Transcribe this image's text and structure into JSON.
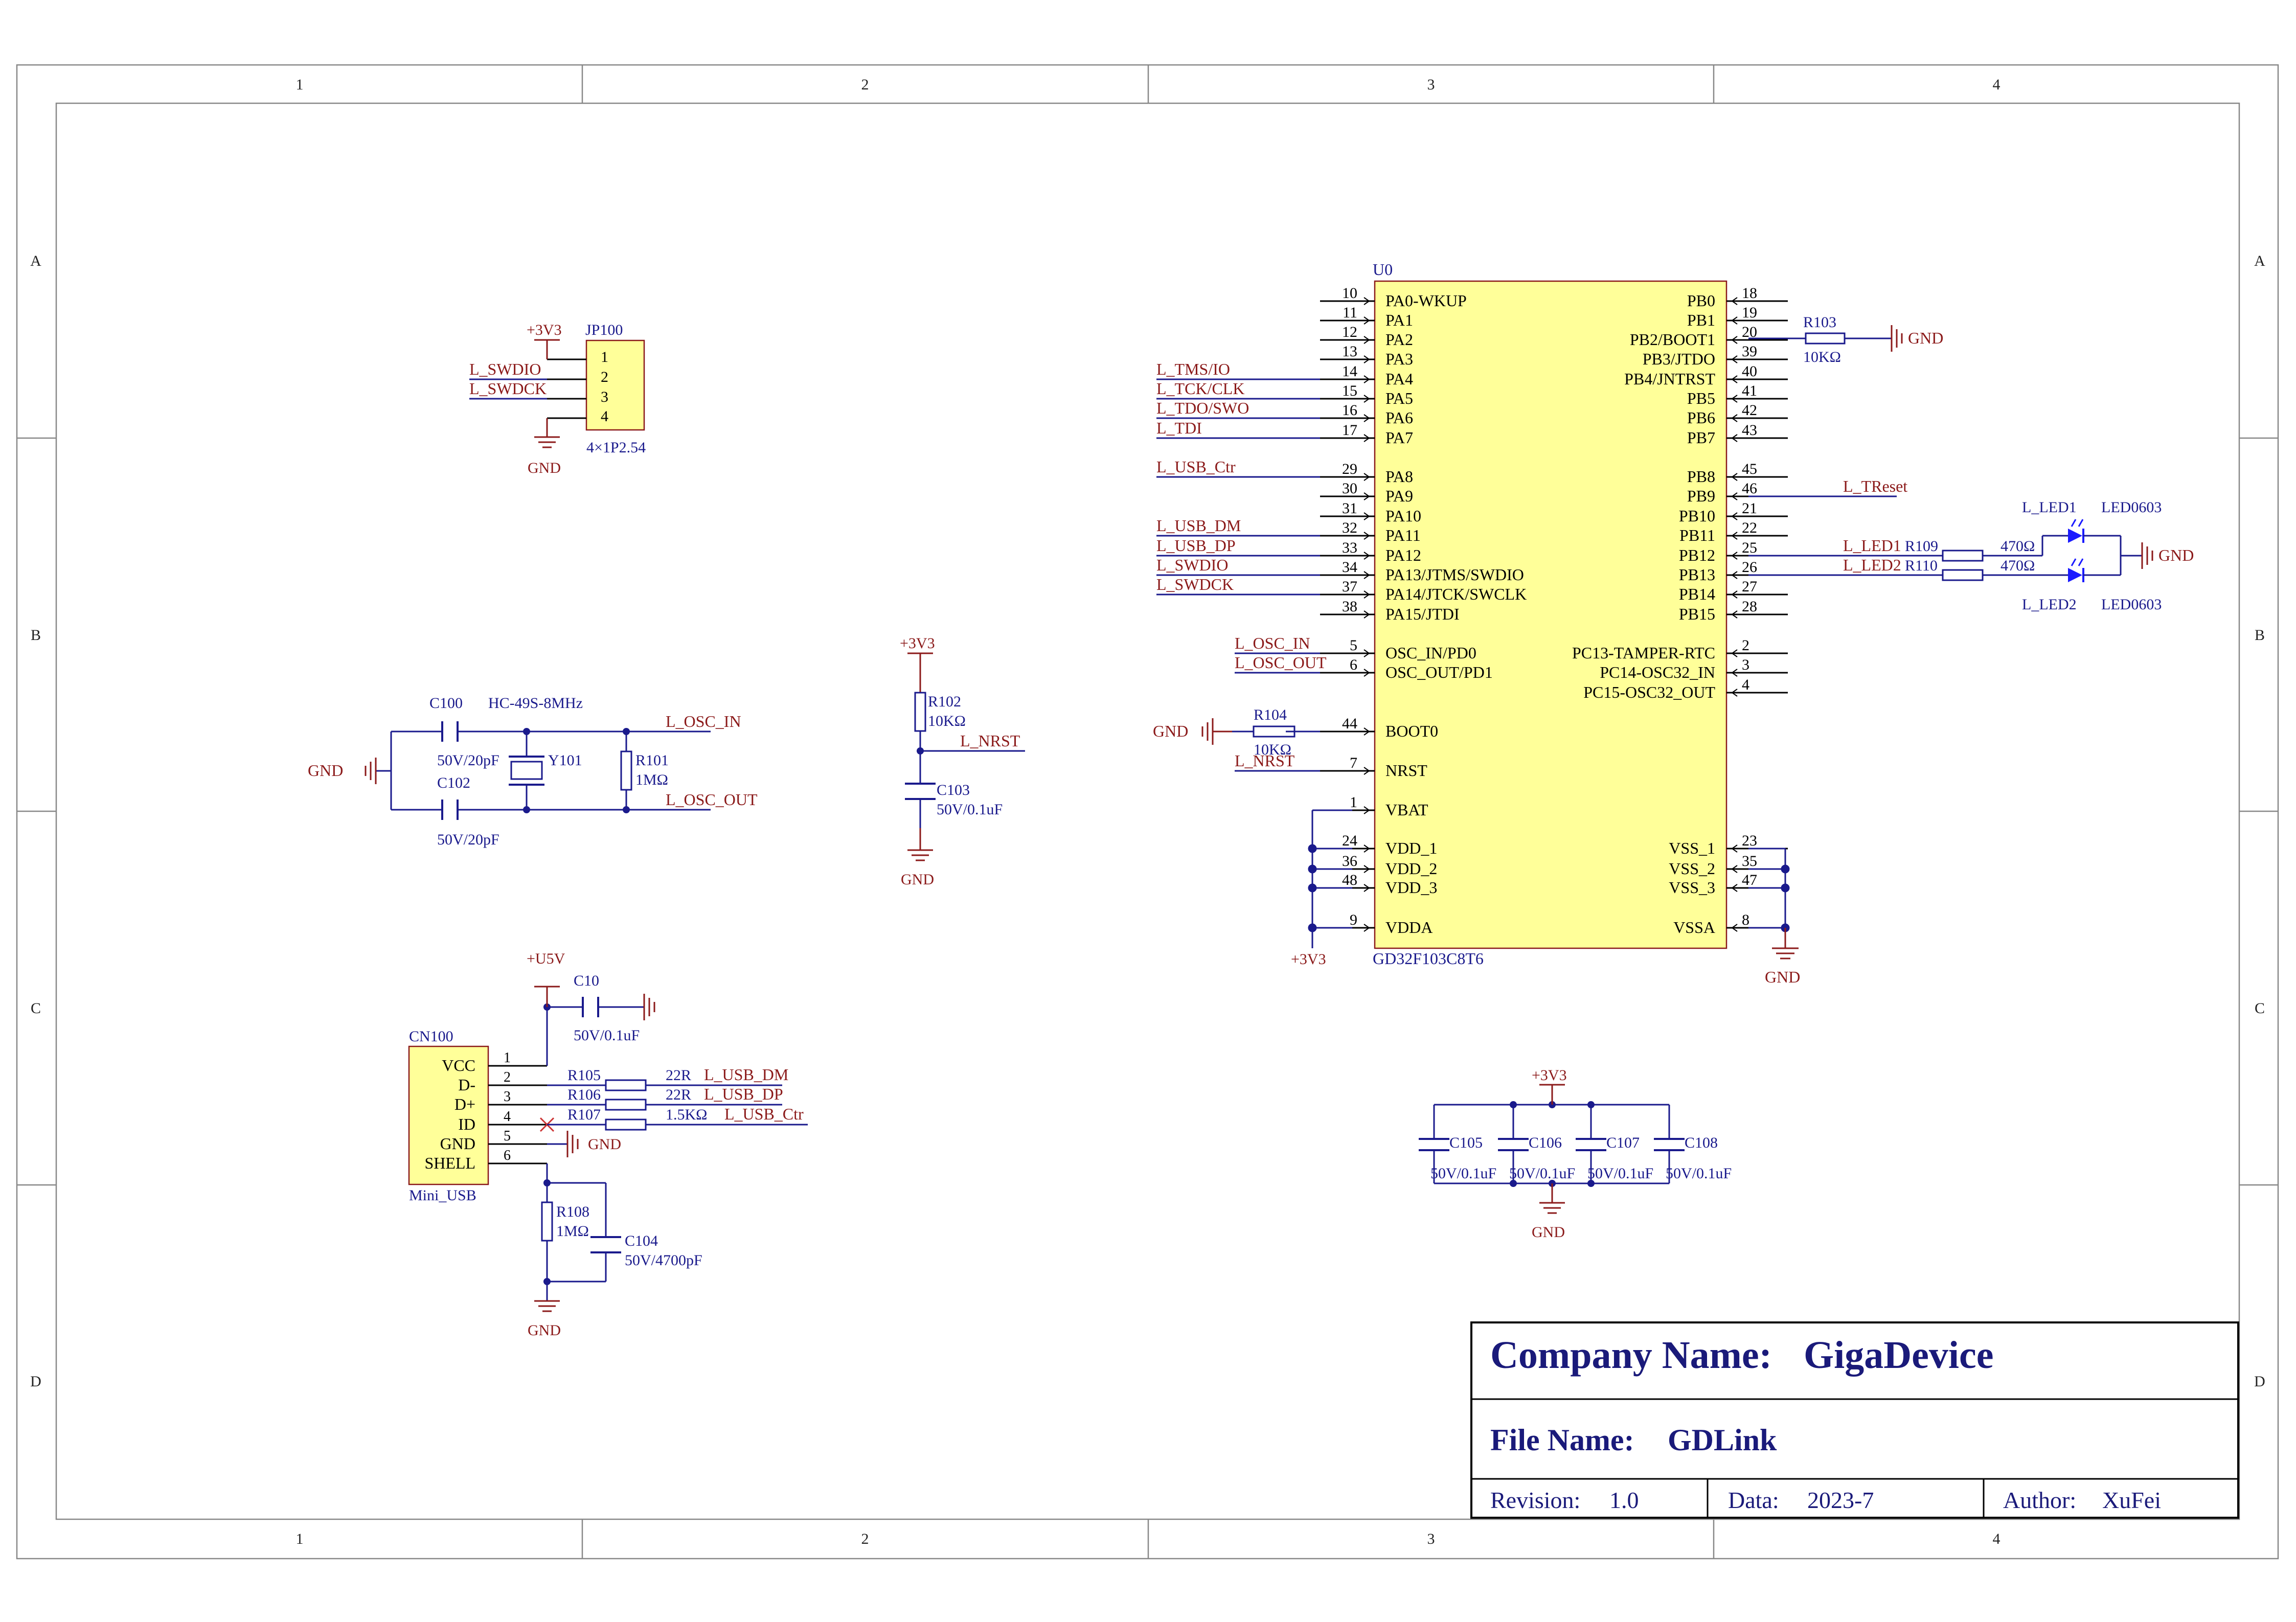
{
  "border": {
    "cols": [
      "1",
      "2",
      "3",
      "4"
    ],
    "rows": [
      "A",
      "B",
      "C",
      "D"
    ]
  },
  "colors": {
    "wire": "#1a1a8c",
    "pin": "#000000",
    "power": "#8b1a1a",
    "body": "#ffff99",
    "body_stroke": "#8b1a1a",
    "designator": "#1a1a8c",
    "netlabel": "#8b1a1a",
    "led": "#1a1aff",
    "titleblock_text": "#1a1a7a"
  },
  "title_block": {
    "company_label": "Company Name:",
    "company": "GigaDevice",
    "file_label": "File Name:",
    "file": "GDLink",
    "revision_label": "Revision:",
    "revision": "1.0",
    "date_label": "Data:",
    "date": "2023-7",
    "author_label": "Author:",
    "author": "XuFei"
  },
  "u0": {
    "ref": "U0",
    "part": "GD32F103C8T6",
    "left_pins": [
      {
        "num": "10",
        "name": "PA0-WKUP"
      },
      {
        "num": "11",
        "name": "PA1"
      },
      {
        "num": "12",
        "name": "PA2"
      },
      {
        "num": "13",
        "name": "PA3"
      },
      {
        "num": "14",
        "name": "PA4"
      },
      {
        "num": "15",
        "name": "PA5"
      },
      {
        "num": "16",
        "name": "PA6"
      },
      {
        "num": "17",
        "name": "PA7"
      },
      {
        "num": "29",
        "name": "PA8"
      },
      {
        "num": "30",
        "name": "PA9"
      },
      {
        "num": "31",
        "name": "PA10"
      },
      {
        "num": "32",
        "name": "PA11"
      },
      {
        "num": "33",
        "name": "PA12"
      },
      {
        "num": "34",
        "name": "PA13/JTMS/SWDIO"
      },
      {
        "num": "37",
        "name": "PA14/JTCK/SWCLK"
      },
      {
        "num": "38",
        "name": "PA15/JTDI"
      },
      {
        "num": "5",
        "name": "OSC_IN/PD0"
      },
      {
        "num": "6",
        "name": "OSC_OUT/PD1"
      },
      {
        "num": "44",
        "name": "BOOT0"
      },
      {
        "num": "7",
        "name": "NRST"
      },
      {
        "num": "1",
        "name": "VBAT"
      },
      {
        "num": "24",
        "name": "VDD_1"
      },
      {
        "num": "36",
        "name": "VDD_2"
      },
      {
        "num": "48",
        "name": "VDD_3"
      },
      {
        "num": "9",
        "name": "VDDA"
      }
    ],
    "right_pins": [
      {
        "num": "18",
        "name": "PB0"
      },
      {
        "num": "19",
        "name": "PB1"
      },
      {
        "num": "20",
        "name": "PB2/BOOT1"
      },
      {
        "num": "39",
        "name": "PB3/JTDO"
      },
      {
        "num": "40",
        "name": "PB4/JNTRST"
      },
      {
        "num": "41",
        "name": "PB5"
      },
      {
        "num": "42",
        "name": "PB6"
      },
      {
        "num": "43",
        "name": "PB7"
      },
      {
        "num": "45",
        "name": "PB8"
      },
      {
        "num": "46",
        "name": "PB9"
      },
      {
        "num": "21",
        "name": "PB10"
      },
      {
        "num": "22",
        "name": "PB11"
      },
      {
        "num": "25",
        "name": "PB12"
      },
      {
        "num": "26",
        "name": "PB13"
      },
      {
        "num": "27",
        "name": "PB14"
      },
      {
        "num": "28",
        "name": "PB15"
      },
      {
        "num": "2",
        "name": "PC13-TAMPER-RTC"
      },
      {
        "num": "3",
        "name": "PC14-OSC32_IN"
      },
      {
        "num": "4",
        "name": "PC15-OSC32_OUT"
      },
      {
        "num": "23",
        "name": "VSS_1"
      },
      {
        "num": "35",
        "name": "VSS_2"
      },
      {
        "num": "47",
        "name": "VSS_3"
      },
      {
        "num": "8",
        "name": "VSSA"
      }
    ]
  },
  "nets": {
    "tms": "L_TMS/IO",
    "tck": "L_TCK/CLK",
    "tdo": "L_TDO/SWO",
    "tdi": "L_TDI",
    "usb_ctr": "L_USB_Ctr",
    "usb_dm": "L_USB_DM",
    "usb_dp": "L_USB_DP",
    "swdio": "L_SWDIO",
    "swdck": "L_SWDCK",
    "osc_in": "L_OSC_IN",
    "osc_out": "L_OSC_OUT",
    "nrst": "L_NRST",
    "treset": "L_TReset",
    "led1": "L_LED1",
    "led2": "L_LED2",
    "gnd": "GND",
    "v33": "+3V3",
    "v5": "+U5V"
  },
  "parts": {
    "r103": {
      "ref": "R103",
      "value": "10KΩ"
    },
    "r104": {
      "ref": "R104",
      "value": "10KΩ"
    },
    "r109": {
      "ref": "R109",
      "value": "470Ω"
    },
    "r110": {
      "ref": "R110",
      "value": "470Ω"
    },
    "led1": {
      "ref": "L_LED1",
      "value": "LED0603"
    },
    "led2": {
      "ref": "L_LED2",
      "value": "LED0603"
    },
    "jp100": {
      "ref": "JP100",
      "value": "4×1P2.54",
      "pins": [
        "1",
        "2",
        "3",
        "4"
      ]
    },
    "c100": {
      "ref": "C100",
      "value": "50V/20pF"
    },
    "c102": {
      "ref": "C102",
      "value": "50V/20pF"
    },
    "y101": {
      "ref": "Y101",
      "value": "HC-49S-8MHz"
    },
    "r101": {
      "ref": "R101",
      "value": "1MΩ"
    },
    "r102": {
      "ref": "R102",
      "value": "10KΩ"
    },
    "c103": {
      "ref": "C103",
      "value": "50V/0.1uF"
    },
    "c10": {
      "ref": "C10",
      "value": "50V/0.1uF"
    },
    "cn100": {
      "ref": "CN100",
      "value": "Mini_USB",
      "pins": [
        {
          "num": "1",
          "name": "VCC"
        },
        {
          "num": "2",
          "name": "D-"
        },
        {
          "num": "3",
          "name": "D+"
        },
        {
          "num": "4",
          "name": "ID"
        },
        {
          "num": "5",
          "name": "GND"
        },
        {
          "num": "6",
          "name": "SHELL"
        }
      ]
    },
    "r105": {
      "ref": "R105",
      "value": "22R"
    },
    "r106": {
      "ref": "R106",
      "value": "22R"
    },
    "r107": {
      "ref": "R107",
      "value": "1.5KΩ"
    },
    "r108": {
      "ref": "R108",
      "value": "1MΩ"
    },
    "c104": {
      "ref": "C104",
      "value": "50V/4700pF"
    },
    "c105": {
      "ref": "C105",
      "value": "50V/0.1uF"
    },
    "c106": {
      "ref": "C106",
      "value": "50V/0.1uF"
    },
    "c107": {
      "ref": "C107",
      "value": "50V/0.1uF"
    },
    "c108": {
      "ref": "C108",
      "value": "50V/0.1uF"
    }
  }
}
